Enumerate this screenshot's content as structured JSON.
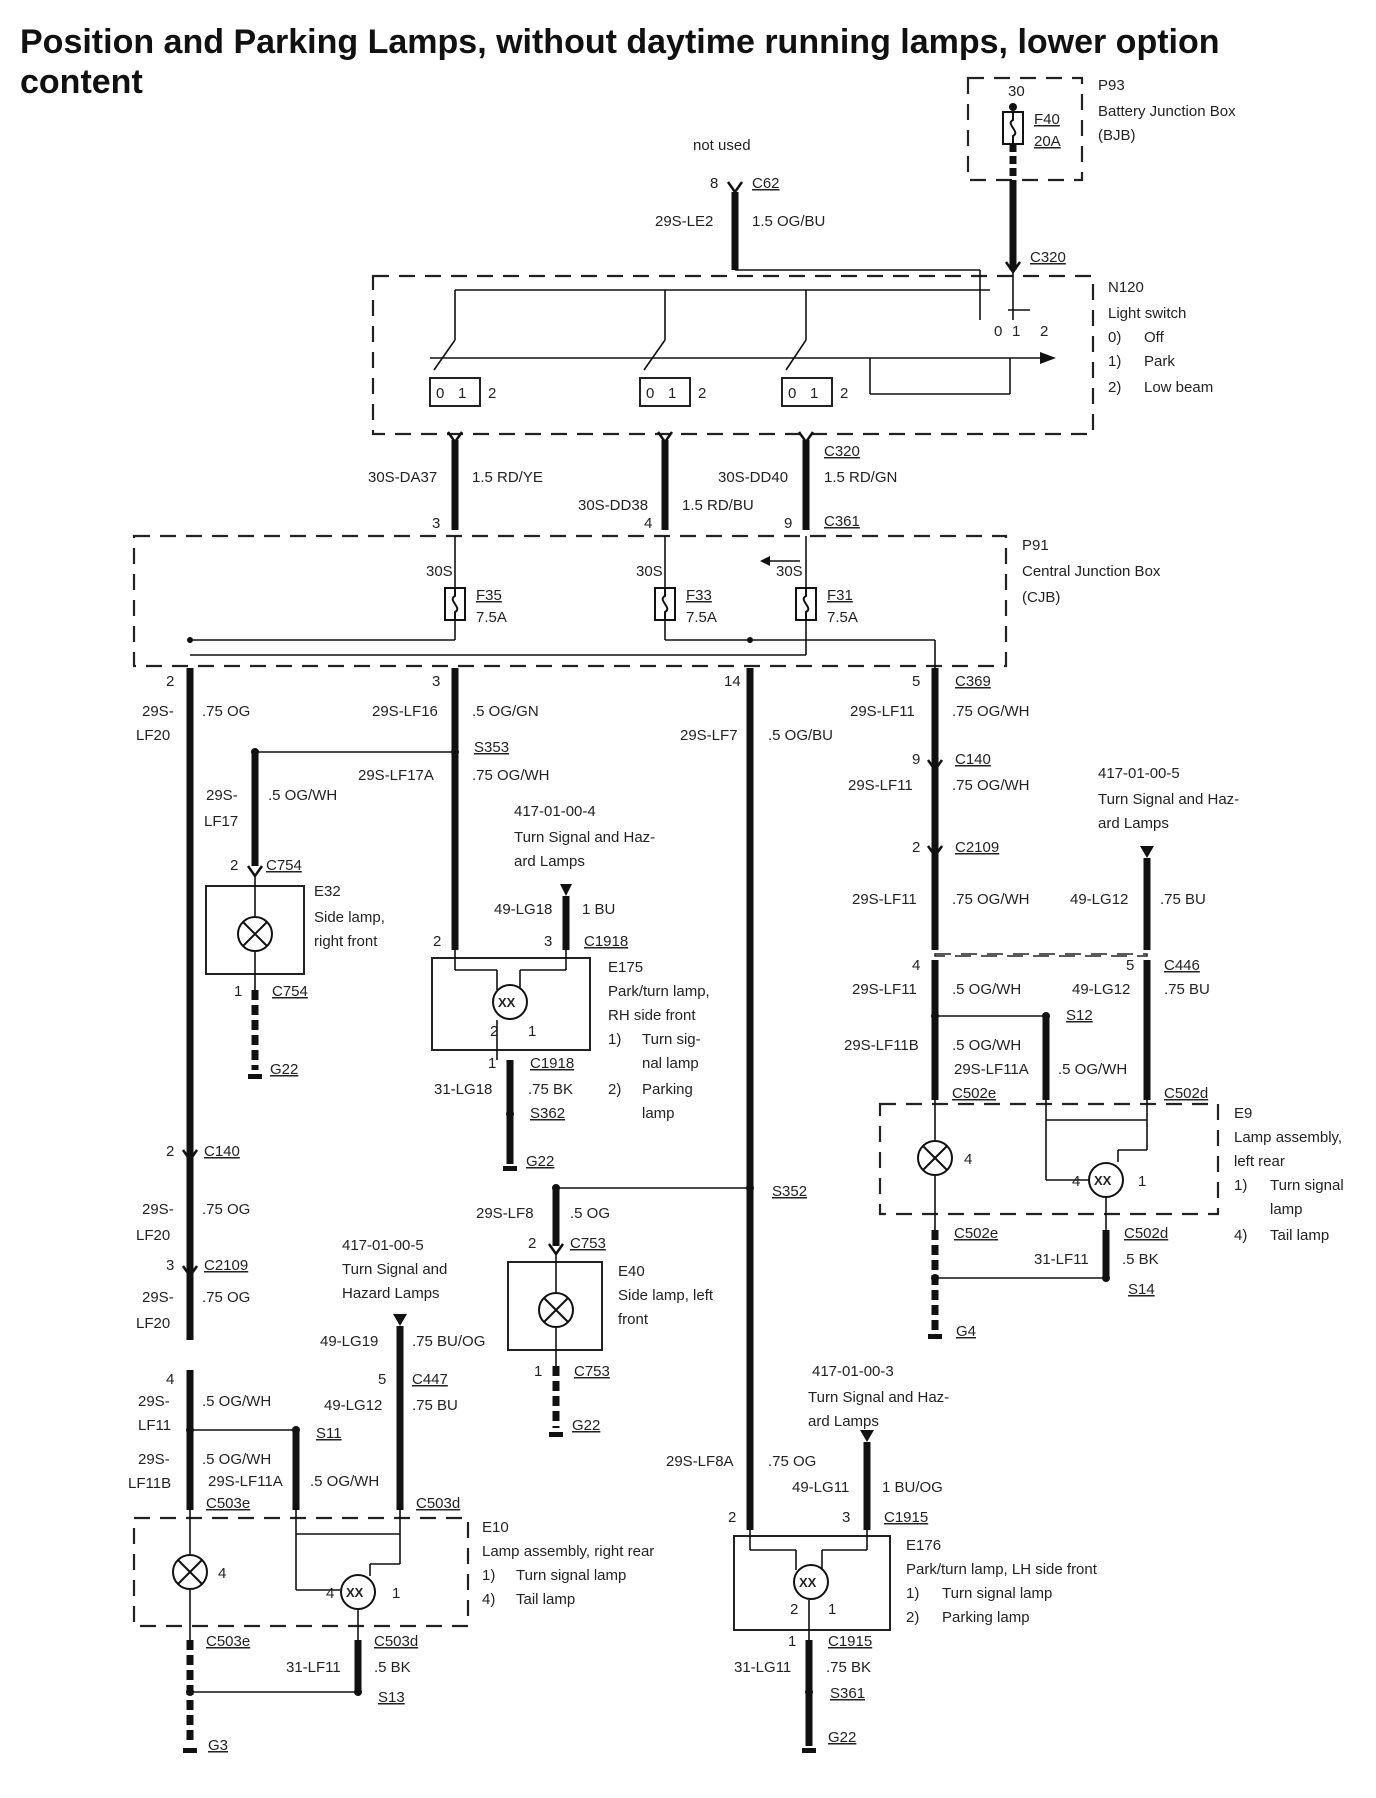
{
  "title": "Position and Parking Lamps, without daytime running lamps, lower option content",
  "labels": {
    "p93": "P93",
    "bjb1": "Battery Junction Box",
    "bjb2": "(BJB)",
    "t30": "30",
    "f40": "F40",
    "a20": "20A",
    "notused": "not used",
    "c62": "C62",
    "p8": "8",
    "le2": "29S-LE2",
    "og15": "1.5 OG/BU",
    "c320a": "C320",
    "n120": "N120",
    "lsw": "Light switch",
    "s0n": "0)",
    "s0t": "Off",
    "s1n": "1)",
    "s1t": "Park",
    "s2n": "2)",
    "s2t": "Low beam",
    "sw0": "0",
    "sw1": "1",
    "sw2": "2",
    "c320b": "C320",
    "da37": "30S-DA37",
    "rdye": "1.5 RD/YE",
    "dd38": "30S-DD38",
    "rdbu": "1.5 RD/BU",
    "dd40": "30S-DD40",
    "rdgn": "1.5 RD/GN",
    "p3": "3",
    "p4": "4",
    "p9": "9",
    "c361": "C361",
    "p91": "P91",
    "cjb1": "Central Junction Box",
    "cjb2": "(CJB)",
    "s30a": "30S",
    "s30b": "30S",
    "s30c": "30S",
    "f35": "F35",
    "f33": "F33",
    "f31": "F31",
    "a75a": "7.5A",
    "a75b": "7.5A",
    "a75c": "7.5A",
    "q2": "2",
    "q3": "3",
    "q14": "14",
    "q5": "5",
    "c369": "C369",
    "lf20a": "29S-",
    "lf20b": "LF20",
    "og75": ".75 OG",
    "lf16": "29S-LF16",
    "oggn": ".5 OG/GN",
    "lf7": "29S-LF7",
    "ogbu5": ".5 OG/BU",
    "lf11": "29S-LF11",
    "ogwh75": ".75 OG/WH",
    "s353": "S353",
    "lf17a": "29S-LF17A",
    "ogwh75b": ".75 OG/WH",
    "lf17x": "29S-",
    "lf17y": "LF17",
    "ogwh5": ".5 OG/WH",
    "r1": "417-01-00-4",
    "r1a": "Turn Signal and Haz-",
    "r1b": "ard Lamps",
    "c140n": "9",
    "c140": "C140",
    "lf11b": "29S-LF11",
    "ogwh75c": ".75 OG/WH",
    "r2": "417-01-00-5",
    "r2a": "Turn Signal and Haz-",
    "r2b": "ard Lamps",
    "c754a": "C754",
    "c754n": "2",
    "e32": "E32",
    "e32a": "Side lamp,",
    "e32b": "right front",
    "c754b": "C754",
    "c754m": "1",
    "g22a": "G22",
    "lg18": "49-LG18",
    "bu1": "1 BU",
    "p2a": "2",
    "p3a": "3",
    "c1918": "C1918",
    "e175": "E175",
    "e175a": "Park/turn lamp,",
    "e175b": "RH side front",
    "e175c": "1)",
    "e175d": "Turn sig-",
    "e175e": "nal lamp",
    "e175f": "2)",
    "e175g": "Parking",
    "e175h": "lamp",
    "m2": "2",
    "m1": "1",
    "n1a": "1",
    "c1918b": "C1918",
    "lg18b": "31-LG18",
    "bk75": ".75 BK",
    "s362": "S362",
    "g22b": "G22",
    "c2109n": "2",
    "c2109": "C2109",
    "lf11c": "29S-LF11",
    "ogwh75d": ".75 OG/WH",
    "lg12": "49-LG12",
    "bu75": ".75 BU",
    "n4": "4",
    "lf11d": "29S-LF11",
    "ogwh5b": ".5 OG/WH",
    "n5": "5",
    "c446": "C446",
    "lg12b": "49-LG12",
    "bu75b": ".75 BU",
    "s12": "S12",
    "lf11bb": "29S-LF11B",
    "ogwh5c": ".5 OG/WH",
    "lf11a": "29S-LF11A",
    "ogwh5d": ".5 OG/WH",
    "c502e": "C502e",
    "c502d": "C502d",
    "e9": "E9",
    "e9a": "Lamp assembly,",
    "e9b": "left rear",
    "e9c": "1)",
    "e9d": "Turn signal",
    "e9e": "lamp",
    "e9f": "4)",
    "e9g": "Tail lamp",
    "e9n4": "4",
    "e9n4b": "4",
    "e9n1": "1",
    "c502eb": "C502e",
    "c502db": "C502d",
    "lf11e": "31-LF11",
    "bk5": ".5 BK",
    "s14": "S14",
    "g4": "G4",
    "c140b": "C140",
    "c140bn": "2",
    "lf20c": "29S-",
    "lf20d": "LF20",
    "og75b": ".75 OG",
    "c2109b": "C2109",
    "c2109bn": "3",
    "lf20e": "29S-",
    "lf20f": "LF20",
    "og75c": ".75 OG",
    "lf8": "29S-LF8",
    "og5": ".5 OG",
    "s352": "S352",
    "c753": "C753",
    "c753n": "2",
    "e40": "E40",
    "e40a": "Side lamp, left",
    "e40b": "front",
    "c753b": "C753",
    "c753m": "1",
    "g22c": "G22",
    "r3": "417-01-00-5",
    "r3a": "Turn Signal and",
    "r3b": "Hazard Lamps",
    "lg19": "49-LG19",
    "buog": ".75 BU/OG",
    "n4b": "4",
    "lf11f": "29S-",
    "lf11g": "LF11",
    "ogwh5e": ".5 OG/WH",
    "n5b": "5",
    "c447": "C447",
    "lg12c": "49-LG12",
    "bu75c": ".75 BU",
    "s11": "S11",
    "lf11h": "29S-",
    "lf11i": "LF11B",
    "ogwh5f": ".5 OG/WH",
    "lf11j": "29S-LF11A",
    "ogwh5g": ".5 OG/WH",
    "c503e": "C503e",
    "c503d": "C503d",
    "e10": "E10",
    "e10a": "Lamp assembly, right rear",
    "e10b": "1)",
    "e10c": "Turn signal lamp",
    "e10d": "4)",
    "e10e": "Tail lamp",
    "e10n4": "4",
    "e10n4b": "4",
    "e10n1": "1",
    "c503eb": "C503e",
    "c503db": "C503d",
    "lf11k": "31-LF11",
    "bk5b": ".5 BK",
    "s13": "S13",
    "g3": "G3",
    "r4": "417-01-00-3",
    "r4a": "Turn Signal and Haz-",
    "r4b": "ard Lamps",
    "lf8a": "29S-LF8A",
    "og75d": ".75 OG",
    "lg11": "49-LG11",
    "buog1": "1 BU/OG",
    "n2c": "2",
    "n3c": "3",
    "c1915": "C1915",
    "e176": "E176",
    "e176a": "Park/turn lamp, LH side front",
    "e176b": "1)",
    "e176c": "Turn signal lamp",
    "e176d": "2)",
    "e176e": "Parking lamp",
    "e176m2": "2",
    "e176m1": "1",
    "n1c": "1",
    "c1915b": "C1915",
    "lg11b": "31-LG11",
    "bk75b": ".75 BK",
    "s361": "S361",
    "g22d": "G22"
  }
}
